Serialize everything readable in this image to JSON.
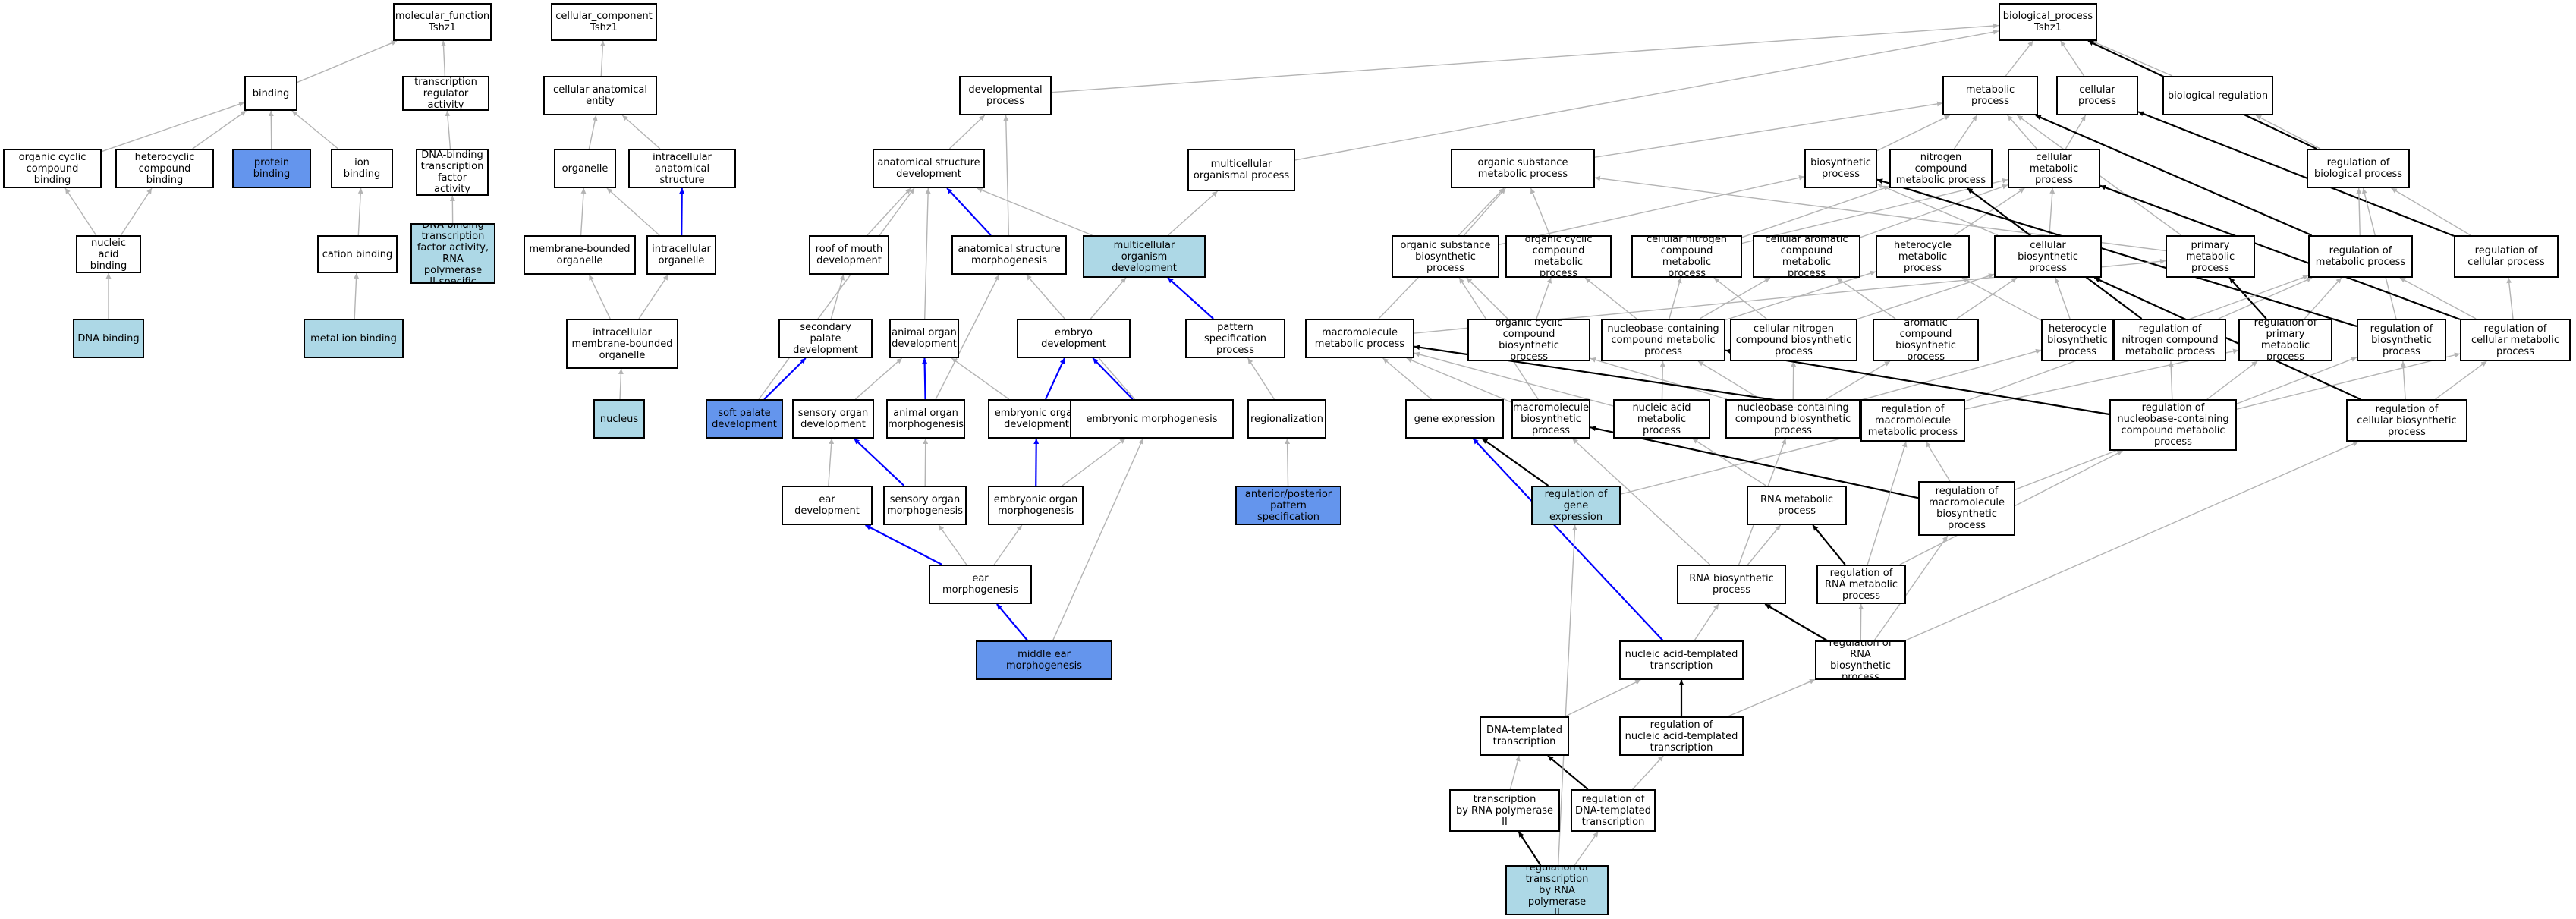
{
  "colors": {
    "node_default": "#ffffff",
    "node_light": "#add8e6",
    "node_blue": "#6495ed",
    "edge_gray": "#b4b4b4",
    "edge_black": "#000000",
    "edge_blue": "#0000ff"
  },
  "nodes": [
    {
      "id": "mf",
      "label": "molecular_function\nTshz1",
      "type": "default"
    },
    {
      "id": "binding",
      "label": "binding",
      "type": "default"
    },
    {
      "id": "tra",
      "label": "transcription\nregulator activity",
      "type": "default"
    },
    {
      "id": "ocb",
      "label": "organic cyclic\ncompound binding",
      "type": "default"
    },
    {
      "id": "hcb",
      "label": "heterocyclic\ncompound binding",
      "type": "default"
    },
    {
      "id": "pb",
      "label": "protein binding",
      "type": "blue"
    },
    {
      "id": "ionb",
      "label": "ion binding",
      "type": "default"
    },
    {
      "id": "dbtfa",
      "label": "DNA-binding\ntranscription\nfactor activity",
      "type": "default"
    },
    {
      "id": "nab",
      "label": "nucleic acid\nbinding",
      "type": "default"
    },
    {
      "id": "cationb",
      "label": "cation binding",
      "type": "default"
    },
    {
      "id": "dbtfa2",
      "label": "DNA-binding\ntranscription\nfactor activity,\nRNA polymerase\nII-specific",
      "type": "light"
    },
    {
      "id": "dnab",
      "label": "DNA binding",
      "type": "light"
    },
    {
      "id": "metalb",
      "label": "metal ion binding",
      "type": "light"
    },
    {
      "id": "cc",
      "label": "cellular_component\nTshz1",
      "type": "default"
    },
    {
      "id": "cae",
      "label": "cellular anatomical\nentity",
      "type": "default"
    },
    {
      "id": "organelle",
      "label": "organelle",
      "type": "default"
    },
    {
      "id": "ias",
      "label": "intracellular\nanatomical structure",
      "type": "default"
    },
    {
      "id": "mbo",
      "label": "membrane-bounded\norganelle",
      "type": "default"
    },
    {
      "id": "io",
      "label": "intracellular\norganelle",
      "type": "default"
    },
    {
      "id": "imbo",
      "label": "intracellular\nmembrane-bounded\norganelle",
      "type": "default"
    },
    {
      "id": "nucleus",
      "label": "nucleus",
      "type": "light"
    },
    {
      "id": "devp",
      "label": "developmental\nprocess",
      "type": "default"
    },
    {
      "id": "asd",
      "label": "anatomical structure\ndevelopment",
      "type": "default"
    },
    {
      "id": "mop",
      "label": "multicellular\norganismal process",
      "type": "default"
    },
    {
      "id": "romd",
      "label": "roof of mouth\ndevelopment",
      "type": "default"
    },
    {
      "id": "asm",
      "label": "anatomical structure\nmorphogenesis",
      "type": "default"
    },
    {
      "id": "mod",
      "label": "multicellular\norganism development",
      "type": "light"
    },
    {
      "id": "spd2",
      "label": "secondary palate\ndevelopment",
      "type": "default"
    },
    {
      "id": "aod",
      "label": "animal organ\ndevelopment",
      "type": "default"
    },
    {
      "id": "embd",
      "label": "embryo development",
      "type": "default"
    },
    {
      "id": "pspec",
      "label": "pattern specification\nprocess",
      "type": "default"
    },
    {
      "id": "spd",
      "label": "soft palate\ndevelopment",
      "type": "blue"
    },
    {
      "id": "sod",
      "label": "sensory organ\ndevelopment",
      "type": "default"
    },
    {
      "id": "aom",
      "label": "animal organ\nmorphogenesis",
      "type": "default"
    },
    {
      "id": "eod",
      "label": "embryonic organ\ndevelopment",
      "type": "default"
    },
    {
      "id": "embm",
      "label": "embryonic morphogenesis",
      "type": "default"
    },
    {
      "id": "reg",
      "label": "regionalization",
      "type": "default"
    },
    {
      "id": "eard",
      "label": "ear development",
      "type": "default"
    },
    {
      "id": "som",
      "label": "sensory organ\nmorphogenesis",
      "type": "default"
    },
    {
      "id": "eom",
      "label": "embryonic organ\nmorphogenesis",
      "type": "default"
    },
    {
      "id": "aps",
      "label": "anterior/posterior\npattern specification",
      "type": "blue"
    },
    {
      "id": "earm",
      "label": "ear morphogenesis",
      "type": "default"
    },
    {
      "id": "mem",
      "label": "middle ear morphogenesis",
      "type": "blue"
    },
    {
      "id": "bp",
      "label": "biological_process\nTshz1",
      "type": "default"
    },
    {
      "id": "metp",
      "label": "metabolic process",
      "type": "default"
    },
    {
      "id": "cellp",
      "label": "cellular process",
      "type": "default"
    },
    {
      "id": "bioreg",
      "label": "biological regulation",
      "type": "default"
    },
    {
      "id": "osmp",
      "label": "organic substance\nmetabolic process",
      "type": "default"
    },
    {
      "id": "biosyn",
      "label": "biosynthetic\nprocess",
      "type": "default"
    },
    {
      "id": "ncmp",
      "label": "nitrogen compound\nmetabolic process",
      "type": "default"
    },
    {
      "id": "cmp",
      "label": "cellular metabolic\nprocess",
      "type": "default"
    },
    {
      "id": "rbp",
      "label": "regulation of\nbiological process",
      "type": "default"
    },
    {
      "id": "osbp",
      "label": "organic substance\nbiosynthetic\nprocess",
      "type": "default"
    },
    {
      "id": "occmp",
      "label": "organic cyclic\ncompound metabolic\nprocess",
      "type": "default"
    },
    {
      "id": "cncmp",
      "label": "cellular nitrogen\ncompound metabolic\nprocess",
      "type": "default"
    },
    {
      "id": "cacmp",
      "label": "cellular aromatic\ncompound metabolic\nprocess",
      "type": "default"
    },
    {
      "id": "hmp",
      "label": "heterocycle\nmetabolic process",
      "type": "default"
    },
    {
      "id": "cbp",
      "label": "cellular biosynthetic\nprocess",
      "type": "default"
    },
    {
      "id": "pmp",
      "label": "primary metabolic\nprocess",
      "type": "default"
    },
    {
      "id": "rmp",
      "label": "regulation of\nmetabolic process",
      "type": "default"
    },
    {
      "id": "rcp",
      "label": "regulation of\ncellular process",
      "type": "default"
    },
    {
      "id": "macmp",
      "label": "macromolecule\nmetabolic process",
      "type": "default"
    },
    {
      "id": "occbp",
      "label": "organic cyclic\ncompound biosynthetic\nprocess",
      "type": "default"
    },
    {
      "id": "nccmp",
      "label": "nucleobase-containing\ncompound metabolic\nprocess",
      "type": "default"
    },
    {
      "id": "cncbp",
      "label": "cellular nitrogen\ncompound biosynthetic\nprocess",
      "type": "default"
    },
    {
      "id": "acbp",
      "label": "aromatic compound\nbiosynthetic\nprocess",
      "type": "default"
    },
    {
      "id": "hbp",
      "label": "heterocycle\nbiosynthetic\nprocess",
      "type": "default"
    },
    {
      "id": "rncmp",
      "label": "regulation of\nnitrogen compound\nmetabolic process",
      "type": "default"
    },
    {
      "id": "rpmp",
      "label": "regulation of\nprimary metabolic\nprocess",
      "type": "default"
    },
    {
      "id": "rbsp",
      "label": "regulation of\nbiosynthetic\nprocess",
      "type": "default"
    },
    {
      "id": "rcmp",
      "label": "regulation of\ncellular metabolic\nprocess",
      "type": "default"
    },
    {
      "id": "geneexp",
      "label": "gene expression",
      "type": "default"
    },
    {
      "id": "mbp",
      "label": "macromolecule\nbiosynthetic\nprocess",
      "type": "default"
    },
    {
      "id": "namp",
      "label": "nucleic acid\nmetabolic process",
      "type": "default"
    },
    {
      "id": "nccbp",
      "label": "nucleobase-containing\ncompound biosynthetic\nprocess",
      "type": "default"
    },
    {
      "id": "rmmp",
      "label": "regulation of\nmacromolecule\nmetabolic process",
      "type": "default"
    },
    {
      "id": "rnccmp",
      "label": "regulation of\nnucleobase-containing\ncompound metabolic\nprocess",
      "type": "default"
    },
    {
      "id": "rcbp",
      "label": "regulation of\ncellular biosynthetic\nprocess",
      "type": "default"
    },
    {
      "id": "rge",
      "label": "regulation of\ngene expression",
      "type": "light"
    },
    {
      "id": "rnamp",
      "label": "RNA metabolic\nprocess",
      "type": "default"
    },
    {
      "id": "rmbp",
      "label": "regulation of\nmacromolecule\nbiosynthetic\nprocess",
      "type": "default"
    },
    {
      "id": "rnabp",
      "label": "RNA biosynthetic\nprocess",
      "type": "default"
    },
    {
      "id": "rrnamp",
      "label": "regulation of\nRNA metabolic\nprocess",
      "type": "default"
    },
    {
      "id": "natt",
      "label": "nucleic acid-templated\ntranscription",
      "type": "default"
    },
    {
      "id": "rrnabp",
      "label": "regulation of\nRNA biosynthetic\nprocess",
      "type": "default"
    },
    {
      "id": "dtt",
      "label": "DNA-templated\ntranscription",
      "type": "default"
    },
    {
      "id": "rnatt",
      "label": "regulation of\nnucleic acid-templated\ntranscription",
      "type": "default"
    },
    {
      "id": "trnap",
      "label": "transcription\nby RNA polymerase\nII",
      "type": "default"
    },
    {
      "id": "rdtt",
      "label": "regulation of\nDNA-templated\ntranscription",
      "type": "default"
    },
    {
      "id": "rtrnap",
      "label": "regulation of\ntranscription\nby RNA polymerase\nII",
      "type": "light"
    }
  ],
  "edges": [
    [
      "binding",
      "mf",
      "g"
    ],
    [
      "tra",
      "mf",
      "g"
    ],
    [
      "ocb",
      "binding",
      "g"
    ],
    [
      "hcb",
      "binding",
      "g"
    ],
    [
      "pb",
      "binding",
      "g"
    ],
    [
      "ionb",
      "binding",
      "g"
    ],
    [
      "dbtfa",
      "tra",
      "g"
    ],
    [
      "nab",
      "ocb",
      "g"
    ],
    [
      "nab",
      "hcb",
      "g"
    ],
    [
      "cationb",
      "ionb",
      "g"
    ],
    [
      "dbtfa2",
      "dbtfa",
      "g"
    ],
    [
      "dnab",
      "nab",
      "g"
    ],
    [
      "metalb",
      "cationb",
      "g"
    ],
    [
      "cae",
      "cc",
      "g"
    ],
    [
      "organelle",
      "cae",
      "g"
    ],
    [
      "ias",
      "cae",
      "g"
    ],
    [
      "mbo",
      "organelle",
      "g"
    ],
    [
      "io",
      "organelle",
      "g"
    ],
    [
      "io",
      "ias",
      "b"
    ],
    [
      "imbo",
      "mbo",
      "g"
    ],
    [
      "imbo",
      "io",
      "g"
    ],
    [
      "nucleus",
      "imbo",
      "g"
    ],
    [
      "devp",
      "bp",
      "g"
    ],
    [
      "mop",
      "bp",
      "g"
    ],
    [
      "asd",
      "devp",
      "g"
    ],
    [
      "asm",
      "devp",
      "g"
    ],
    [
      "romd",
      "asd",
      "g"
    ],
    [
      "asm",
      "asd",
      "b"
    ],
    [
      "aod",
      "asd",
      "g"
    ],
    [
      "spd",
      "asd",
      "g"
    ],
    [
      "mod",
      "asd",
      "g"
    ],
    [
      "mod",
      "mop",
      "g"
    ],
    [
      "spd2",
      "romd",
      "g"
    ],
    [
      "spd",
      "spd2",
      "b"
    ],
    [
      "sod",
      "aod",
      "g"
    ],
    [
      "aom",
      "aod",
      "b"
    ],
    [
      "eod",
      "aod",
      "g"
    ],
    [
      "aom",
      "asm",
      "g"
    ],
    [
      "embd",
      "mod",
      "g"
    ],
    [
      "pspec",
      "mod",
      "b"
    ],
    [
      "eod",
      "embd",
      "b"
    ],
    [
      "embm",
      "embd",
      "b"
    ],
    [
      "embm",
      "asm",
      "g"
    ],
    [
      "reg",
      "pspec",
      "g"
    ],
    [
      "aps",
      "reg",
      "g"
    ],
    [
      "eard",
      "sod",
      "g"
    ],
    [
      "som",
      "sod",
      "b"
    ],
    [
      "som",
      "aom",
      "g"
    ],
    [
      "eom",
      "eod",
      "b"
    ],
    [
      "eom",
      "embm",
      "g"
    ],
    [
      "earm",
      "eard",
      "b"
    ],
    [
      "earm",
      "som",
      "g"
    ],
    [
      "earm",
      "eom",
      "g"
    ],
    [
      "mem",
      "earm",
      "b"
    ],
    [
      "mem",
      "embm",
      "g"
    ],
    [
      "metp",
      "bp",
      "g"
    ],
    [
      "cellp",
      "bp",
      "g"
    ],
    [
      "bioreg",
      "bp",
      "g"
    ],
    [
      "rbp",
      "bp",
      "k"
    ],
    [
      "rbp",
      "bioreg",
      "g"
    ],
    [
      "rcp",
      "cellp",
      "k"
    ],
    [
      "rcp",
      "rbp",
      "g"
    ],
    [
      "osmp",
      "metp",
      "g"
    ],
    [
      "biosyn",
      "metp",
      "g"
    ],
    [
      "ncmp",
      "metp",
      "g"
    ],
    [
      "cmp",
      "metp",
      "g"
    ],
    [
      "cmp",
      "cellp",
      "g"
    ],
    [
      "pmp",
      "metp",
      "g"
    ],
    [
      "rmp",
      "metp",
      "k"
    ],
    [
      "rmp",
      "rbp",
      "g"
    ],
    [
      "osbp",
      "osmp",
      "g"
    ],
    [
      "osbp",
      "biosyn",
      "g"
    ],
    [
      "occmp",
      "osmp",
      "g"
    ],
    [
      "cncmp",
      "ncmp",
      "g"
    ],
    [
      "cncmp",
      "cmp",
      "g"
    ],
    [
      "cacmp",
      "cmp",
      "g"
    ],
    [
      "hmp",
      "cmp",
      "g"
    ],
    [
      "cbp",
      "biosyn",
      "g"
    ],
    [
      "cbp",
      "cmp",
      "g"
    ],
    [
      "pmp",
      "osmp",
      "g"
    ],
    [
      "rncmp",
      "ncmp",
      "k"
    ],
    [
      "rncmp",
      "rmp",
      "g"
    ],
    [
      "rpmp",
      "pmp",
      "k"
    ],
    [
      "rpmp",
      "rmp",
      "g"
    ],
    [
      "rbsp",
      "biosyn",
      "k"
    ],
    [
      "rbsp",
      "rbp",
      "g"
    ],
    [
      "rcmp",
      "cmp",
      "k"
    ],
    [
      "rcmp",
      "rmp",
      "g"
    ],
    [
      "rcmp",
      "rcp",
      "g"
    ],
    [
      "macmp",
      "pmp",
      "g"
    ],
    [
      "macmp",
      "osmp",
      "g"
    ],
    [
      "occbp",
      "occmp",
      "g"
    ],
    [
      "occbp",
      "osbp",
      "g"
    ],
    [
      "nccmp",
      "cncmp",
      "g"
    ],
    [
      "nccmp",
      "cacmp",
      "g"
    ],
    [
      "nccmp",
      "hmp",
      "g"
    ],
    [
      "nccmp",
      "occmp",
      "g"
    ],
    [
      "cncbp",
      "cncmp",
      "g"
    ],
    [
      "cncbp",
      "cbp",
      "g"
    ],
    [
      "acbp",
      "cacmp",
      "g"
    ],
    [
      "acbp",
      "cbp",
      "g"
    ],
    [
      "hbp",
      "hmp",
      "g"
    ],
    [
      "hbp",
      "cbp",
      "g"
    ],
    [
      "geneexp",
      "macmp",
      "g"
    ],
    [
      "mbp",
      "macmp",
      "g"
    ],
    [
      "mbp",
      "osbp",
      "g"
    ],
    [
      "namp",
      "nccmp",
      "g"
    ],
    [
      "namp",
      "macmp",
      "g"
    ],
    [
      "nccbp",
      "nccmp",
      "g"
    ],
    [
      "nccbp",
      "occbp",
      "g"
    ],
    [
      "nccbp",
      "cncbp",
      "g"
    ],
    [
      "nccbp",
      "acbp",
      "g"
    ],
    [
      "nccbp",
      "hbp",
      "g"
    ],
    [
      "rmmp",
      "rmp",
      "g"
    ],
    [
      "rmmp",
      "macmp",
      "k"
    ],
    [
      "rmmp",
      "rpmp",
      "g"
    ],
    [
      "rnccmp",
      "nccmp",
      "k"
    ],
    [
      "rnccmp",
      "rncmp",
      "g"
    ],
    [
      "rnccmp",
      "rcmp",
      "g"
    ],
    [
      "rnccmp",
      "rpmp",
      "g"
    ],
    [
      "rcbp",
      "cbp",
      "k"
    ],
    [
      "rcbp",
      "rbsp",
      "g"
    ],
    [
      "rcbp",
      "rcmp",
      "g"
    ],
    [
      "rge",
      "geneexp",
      "k"
    ],
    [
      "rge",
      "rmmp",
      "g"
    ],
    [
      "rnamp",
      "namp",
      "g"
    ],
    [
      "rmbp",
      "mbp",
      "k"
    ],
    [
      "rmbp",
      "rmmp",
      "g"
    ],
    [
      "rmbp",
      "rbsp",
      "g"
    ],
    [
      "rnabp",
      "rnamp",
      "g"
    ],
    [
      "rnabp",
      "mbp",
      "g"
    ],
    [
      "rnabp",
      "nccbp",
      "g"
    ],
    [
      "rrnamp",
      "rnamp",
      "k"
    ],
    [
      "rrnamp",
      "rmmp",
      "g"
    ],
    [
      "rrnamp",
      "rnccmp",
      "g"
    ],
    [
      "natt",
      "rnabp",
      "g"
    ],
    [
      "natt",
      "geneexp",
      "b"
    ],
    [
      "rrnabp",
      "rnabp",
      "k"
    ],
    [
      "rrnabp",
      "rrnamp",
      "g"
    ],
    [
      "rrnabp",
      "rmbp",
      "g"
    ],
    [
      "rrnabp",
      "rcbp",
      "g"
    ],
    [
      "dtt",
      "natt",
      "g"
    ],
    [
      "rnatt",
      "natt",
      "k"
    ],
    [
      "rnatt",
      "rrnabp",
      "g"
    ],
    [
      "trnap",
      "dtt",
      "g"
    ],
    [
      "rdtt",
      "dtt",
      "k"
    ],
    [
      "rdtt",
      "rnatt",
      "g"
    ],
    [
      "rtrnap",
      "trnap",
      "k"
    ],
    [
      "rtrnap",
      "rdtt",
      "g"
    ],
    [
      "rtrnap",
      "rge",
      "g"
    ]
  ]
}
